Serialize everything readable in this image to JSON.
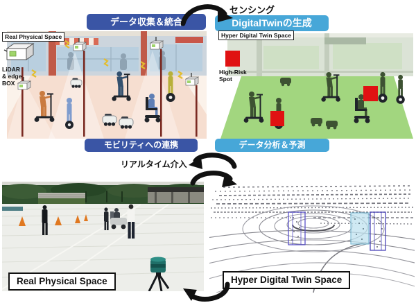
{
  "colors": {
    "dark_blue_banner": "#3a55a5",
    "light_blue_banner": "#47a7d8",
    "risk_red": "#e01212",
    "real_ground_pink": "#f6ded0",
    "twin_ground_green": "#a2d67f",
    "lidar_teal": "#1f6f68"
  },
  "top": {
    "collect_banner": "データ収集＆統合",
    "generate_banner": "DigitalTwinの生成",
    "mobility_banner": "モビリティへの連携",
    "analysis_banner": "データ分析＆予測",
    "sensing_arrow_label": "センシング",
    "realtime_arrow_label": "リアルタイム介入",
    "real_space_tag": "Real Physical Space",
    "twin_space_tag": "Hyper Digital Twin Space",
    "lidar_box": {
      "lines": [
        "LiDAR",
        "& edge",
        "BOX"
      ]
    },
    "high_risk": {
      "lines": [
        "High-Risk",
        "Spot"
      ]
    }
  },
  "bottom": {
    "real_space_plate": "Real Physical Space",
    "twin_space_plate": "Hyper Digital Twin Space"
  }
}
